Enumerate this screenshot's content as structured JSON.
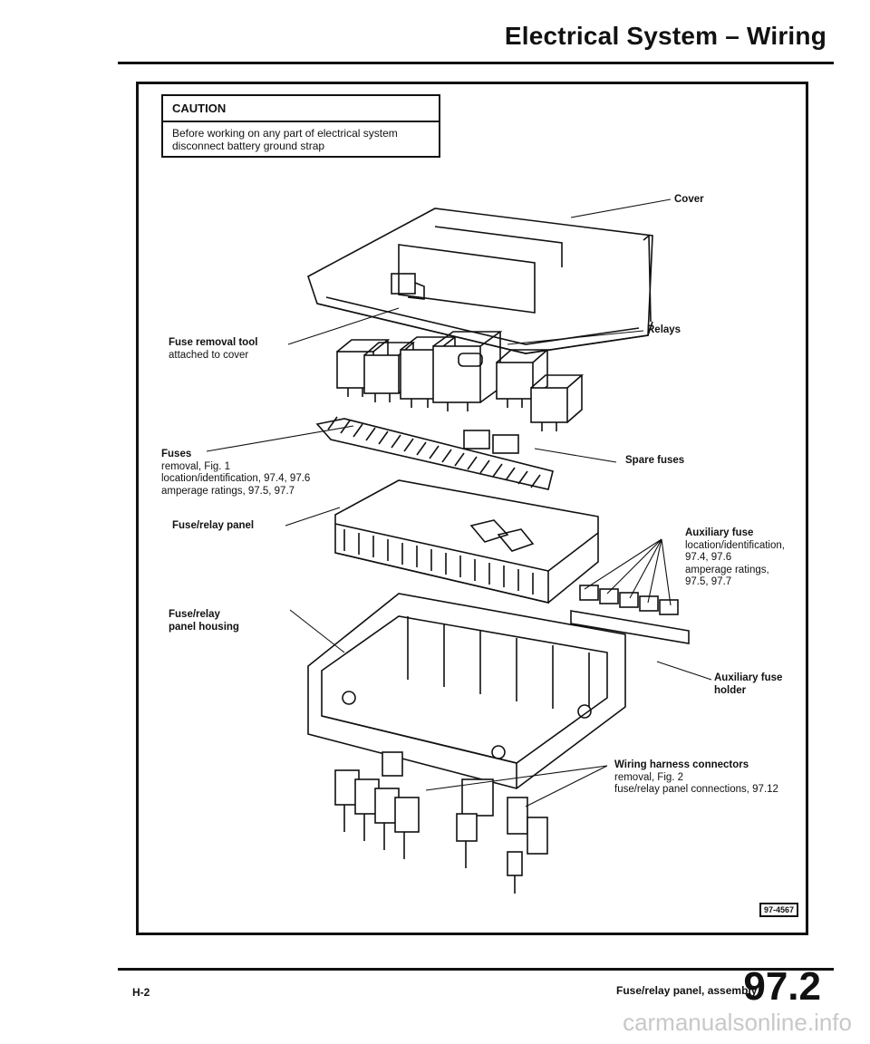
{
  "header": {
    "title": "Electrical System – Wiring"
  },
  "caution": {
    "title": "CAUTION",
    "text": "Before working on any part of electrical system disconnect battery ground strap"
  },
  "labels": {
    "cover": "Cover",
    "relays": "Relays",
    "fuse_tool": {
      "title": "Fuse removal tool",
      "line1": "attached to cover"
    },
    "fuses": {
      "title": "Fuses",
      "line1": "removal, Fig. 1",
      "line2": "location/identification, 97.4, 97.6",
      "line3": "amperage ratings, 97.5, 97.7"
    },
    "spare_fuses": "Spare fuses",
    "fuse_relay_panel": "Fuse/relay panel",
    "aux_fuse": {
      "title": "Auxiliary fuse",
      "line1": "location/identification,",
      "line2": "97.4, 97.6",
      "line3": "amperage ratings,",
      "line4": "97.5, 97.7"
    },
    "housing": {
      "line1": "Fuse/relay",
      "line2": "panel housing"
    },
    "aux_holder": {
      "line1": "Auxiliary fuse",
      "line2": "holder"
    },
    "harness": {
      "title": "Wiring harness connectors",
      "line1": "removal, Fig. 2",
      "line2": "fuse/relay panel connections, 97.12"
    }
  },
  "figure_id": "97-4567",
  "footer": {
    "page_left": "H-2",
    "section": "Fuse/relay panel, assembly",
    "number": "97.2"
  },
  "watermark": "carmanualsonline.info"
}
